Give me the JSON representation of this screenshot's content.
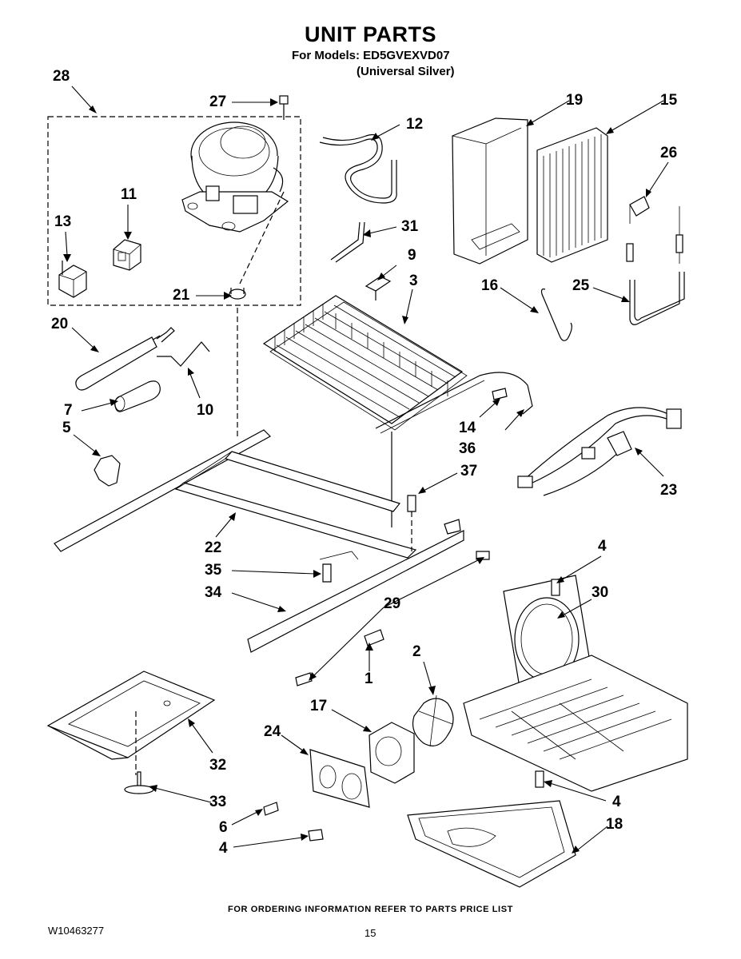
{
  "header": {
    "title": "UNIT PARTS",
    "models_line": "For Models: ED5GVEXVD07",
    "color_line": "(Universal Silver)"
  },
  "callouts": [
    "28",
    "27",
    "12",
    "19",
    "15",
    "26",
    "11",
    "13",
    "31",
    "9",
    "3",
    "16",
    "25",
    "21",
    "20",
    "10",
    "7",
    "5",
    "14",
    "36",
    "37",
    "23",
    "22",
    "35",
    "34",
    "29",
    "4",
    "30",
    "1",
    "2",
    "17",
    "24",
    "32",
    "33",
    "6",
    "4",
    "4",
    "18"
  ],
  "footer": {
    "ordering_note": "FOR ORDERING INFORMATION REFER TO PARTS PRICE LIST",
    "document_number": "W10463277",
    "page_number": "15"
  }
}
